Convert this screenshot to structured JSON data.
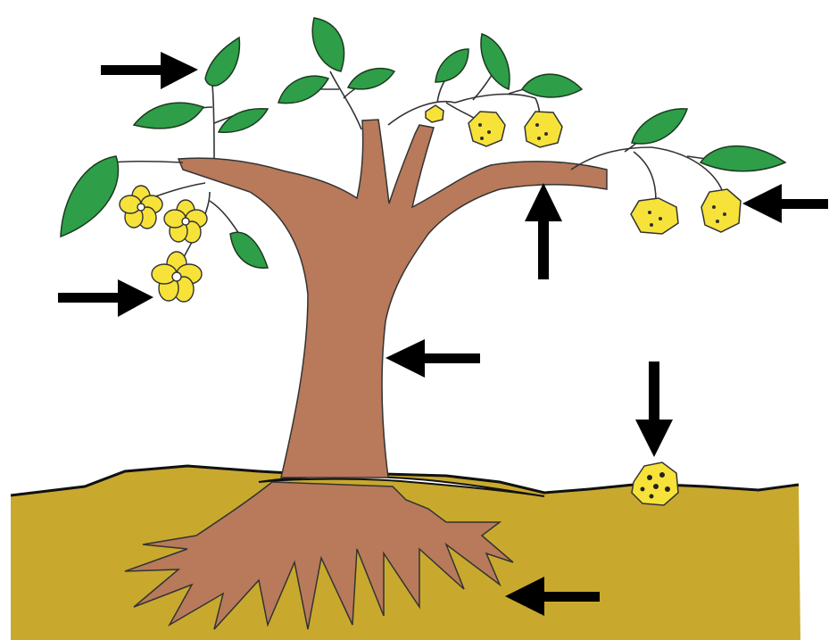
{
  "diagram": {
    "type": "labeling-diagram",
    "subject": "plant-life-cycle-tree",
    "colors": {
      "background": "#ffffff",
      "soil": "#c8a92e",
      "soil_line": "#111111",
      "trunk": "#b87a5a",
      "leaf": "#2e9e48",
      "leaf_outline": "#1b3a1f",
      "flower": "#f7e23a",
      "fruit": "#f7e23a",
      "outline": "#333333",
      "arrow": "#000000",
      "seed_dots": "#222222"
    },
    "parts": [
      {
        "id": "leaf",
        "icon": "arrow-right-icon"
      },
      {
        "id": "flower",
        "icon": "arrow-right-icon"
      },
      {
        "id": "trunk",
        "icon": "arrow-left-icon"
      },
      {
        "id": "branch",
        "icon": "arrow-up-icon"
      },
      {
        "id": "fruit",
        "icon": "arrow-left-icon"
      },
      {
        "id": "seed",
        "icon": "arrow-down-icon"
      },
      {
        "id": "roots",
        "icon": "arrow-left-icon"
      }
    ],
    "label_count": 7
  }
}
